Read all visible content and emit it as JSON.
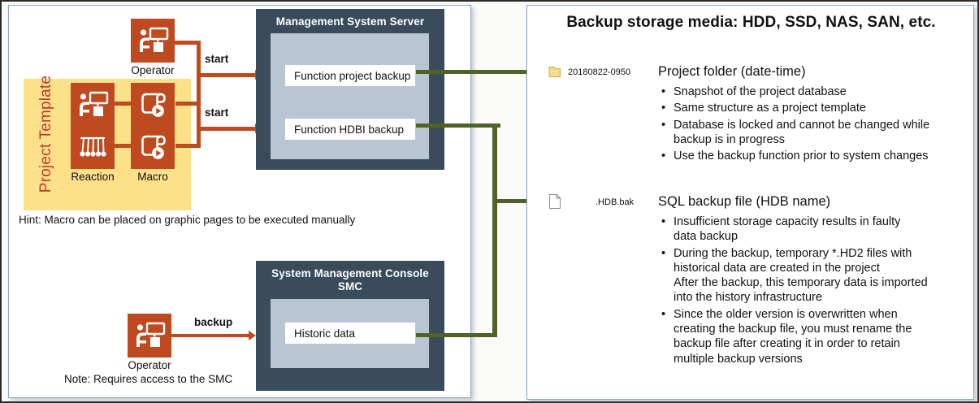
{
  "left_panel": {
    "project_template": {
      "label": "Project Template"
    },
    "icons": [
      {
        "name": "operator-top",
        "caption": "Operator"
      },
      {
        "name": "operator-template",
        "caption": "Operator"
      },
      {
        "name": "macro-top",
        "caption": "Macro"
      },
      {
        "name": "reaction",
        "caption": "Reaction"
      },
      {
        "name": "macro-bottom",
        "caption": "Macro"
      },
      {
        "name": "operator-smc",
        "caption": "Operator"
      }
    ],
    "connector_labels": {
      "start_top": "start",
      "start_bottom": "start",
      "backup": "backup"
    },
    "server": {
      "title": "Management System Server",
      "functions": [
        "Function project backup",
        "Function HDBI backup"
      ]
    },
    "console": {
      "title_line1": "System Management Console",
      "title_line2": "SMC",
      "functions": [
        "Historic data"
      ]
    },
    "hint": "Hint: Macro can be placed on graphic pages to be executed manually",
    "note": "Note: Requires access to the SMC"
  },
  "right_panel": {
    "title": "Backup storage media: HDD, SSD, NAS, SAN, etc.",
    "entries": [
      {
        "icon": "folder-icon",
        "icon_label": "20180822-0950",
        "heading": "Project folder (date-time)",
        "bullets": [
          {
            "text": "Snapshot of the project database",
            "continuation": false
          },
          {
            "text": "Same structure as a project template",
            "continuation": false
          },
          {
            "text": "Database is locked and cannot be changed while",
            "continuation": false
          },
          {
            "text": "backup is in progress",
            "continuation": true
          },
          {
            "text": "Use the backup function prior to system changes",
            "continuation": false
          }
        ]
      },
      {
        "icon": "file-icon",
        "icon_label": ".HDB.bak",
        "heading": "SQL backup file (HDB name)",
        "bullets": [
          {
            "text": "Insufficient storage capacity results in faulty",
            "continuation": false
          },
          {
            "text": "data backup",
            "continuation": true
          },
          {
            "text": "During the backup, temporary *.HD2 files with",
            "continuation": false
          },
          {
            "text": "historical data are created in the project",
            "continuation": true
          },
          {
            "text": "After the backup, this temporary data is imported",
            "continuation": true
          },
          {
            "text": "into the history infrastructure",
            "continuation": true
          },
          {
            "text": "Since the older version is overwritten when",
            "continuation": false
          },
          {
            "text": "creating the backup file, you must rename the",
            "continuation": true
          },
          {
            "text": "backup file after creating it in order to retain",
            "continuation": true
          },
          {
            "text": "multiple backup versions",
            "continuation": true
          }
        ]
      }
    ]
  },
  "colors": {
    "accent_orange": "#bf4a20",
    "accent_green": "#4f6228",
    "panel_dark": "#3a4b5c",
    "panel_inner": "#b8c6d4",
    "template_yellow": "#fde08a",
    "template_text": "#c0392b",
    "folder_yellow": "#f7dd8f"
  }
}
